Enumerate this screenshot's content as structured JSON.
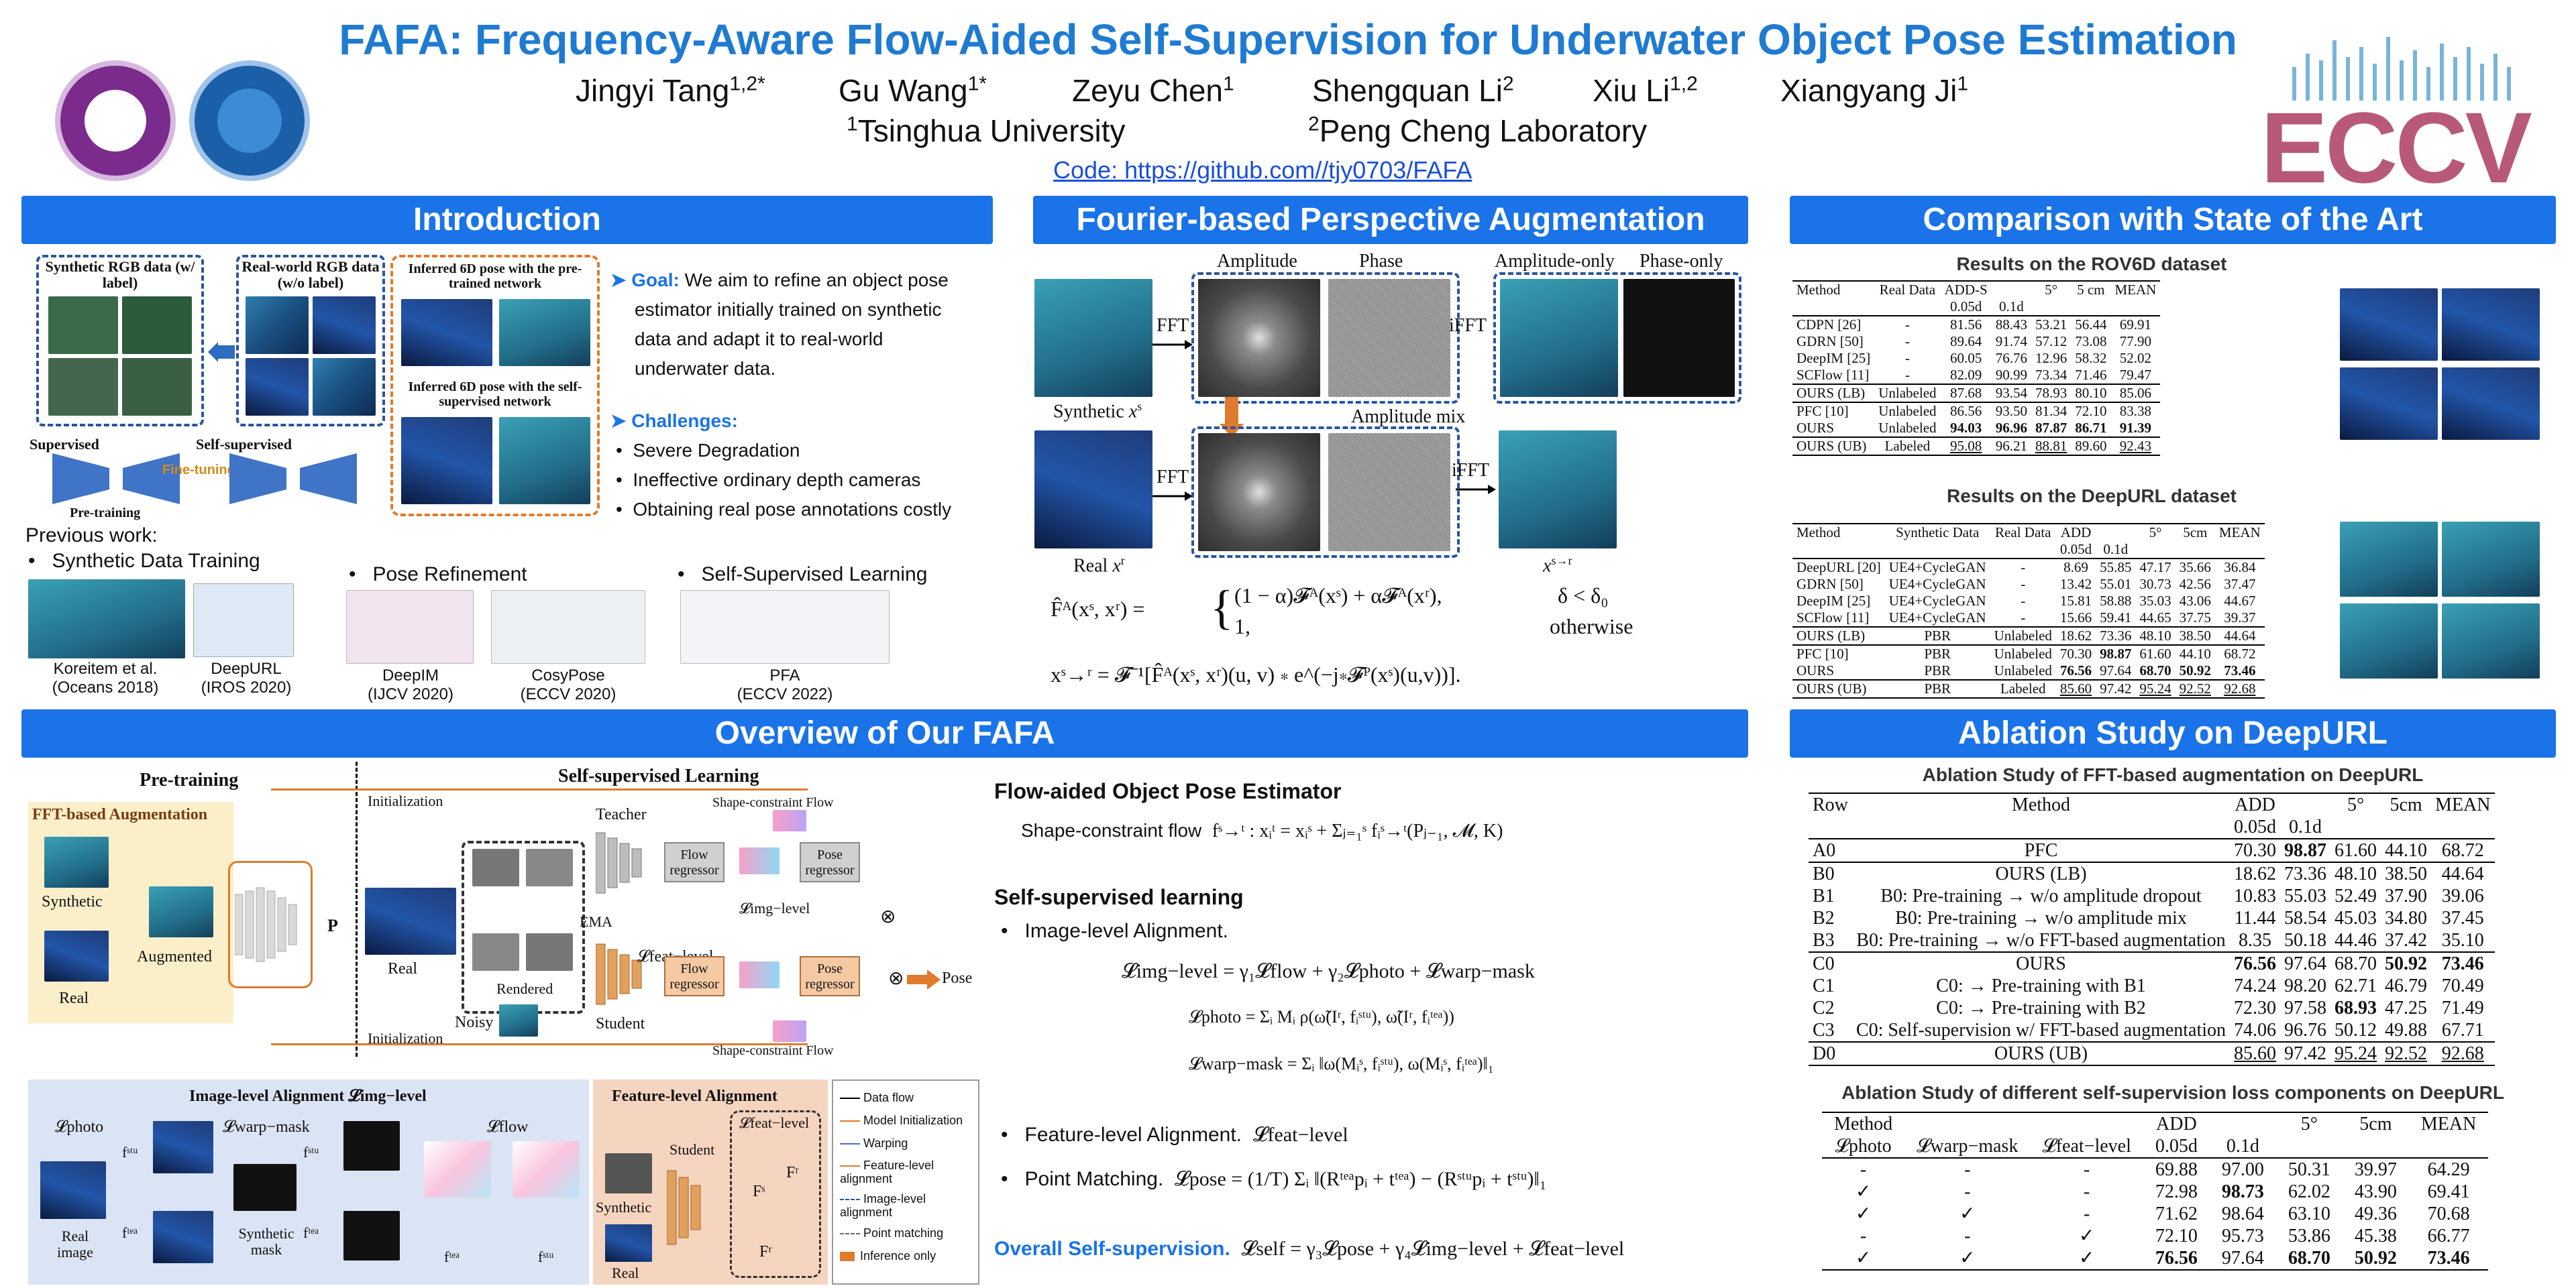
{
  "header": {
    "title": "FAFA: Frequency-Aware Flow-Aided Self-Supervision for Underwater Object Pose Estimation",
    "authors": [
      {
        "name": "Jingyi Tang",
        "sup": "1,2*"
      },
      {
        "name": "Gu Wang",
        "sup": "1*"
      },
      {
        "name": "Zeyu Chen",
        "sup": "1"
      },
      {
        "name": "Shengquan Li",
        "sup": "2"
      },
      {
        "name": "Xiu Li",
        "sup": "1,2"
      },
      {
        "name": "Xiangyang Ji",
        "sup": "1"
      }
    ],
    "affiliations": [
      {
        "sup": "1",
        "name": "Tsinghua University"
      },
      {
        "sup": "2",
        "name": "Peng Cheng Laboratory"
      }
    ],
    "code_link": "Code: https://github.com//tjy0703/FAFA",
    "conference_logo": "ECCV"
  },
  "sections": {
    "introduction": "Introduction",
    "fpa": "Fourier-based Perspective Augmentation",
    "sota": "Comparison with State of the Art",
    "overview": "Overview of Our FAFA",
    "ablation": "Ablation Study on DeepURL"
  },
  "intro": {
    "synthetic_label": "Synthetic RGB data (w/ label)",
    "real_label": "Real-world RGB data (w/o label)",
    "supervised": "Supervised",
    "self_supervised": "Self-supervised",
    "fine_tuning": "Fine-tuning",
    "pre_training": "Pre-training",
    "inferred_pretrained": "Inferred 6D pose with the pre-trained network",
    "inferred_selfsup": "Inferred 6D pose with the self-supervised network",
    "goal_label": "Goal:",
    "goal_lines": [
      "We aim to refine an object pose",
      "estimator initially trained on synthetic",
      "data and adapt it to real-world",
      "underwater data."
    ],
    "challenges_label": "Challenges:",
    "challenges": [
      "Severe Degradation",
      "Ineffective ordinary depth cameras",
      "Obtaining real pose annotations costly"
    ],
    "previous_work": "Previous work:",
    "categories": [
      "Synthetic Data Training",
      "Pose Refinement",
      "Self-Supervised Learning"
    ],
    "refs": [
      {
        "name": "Koreitem et al.",
        "venue": "(Oceans 2018)"
      },
      {
        "name": "DeepURL",
        "venue": "(IROS 2020)"
      },
      {
        "name": "DeepIM",
        "venue": "(IJCV 2020)"
      },
      {
        "name": "CosyPose",
        "venue": "(ECCV 2020)"
      },
      {
        "name": "PFA",
        "venue": "(ECCV 2022)"
      }
    ]
  },
  "fpa": {
    "amplitude": "Amplitude",
    "phase": "Phase",
    "amplitude_only": "Amplitude-only",
    "phase_only": "Phase-only",
    "fft": "FFT",
    "ifft": "iFFT",
    "amplitude_mix": "Amplitude mix",
    "synthetic": "Synthetic",
    "synthetic_sym": "x",
    "synthetic_sup": "s",
    "real": "Real",
    "real_sym": "x",
    "real_sup": "r",
    "out_sym": "x",
    "out_sup": "s→r",
    "eq1_lhs": "F̂ᴬ(xˢ, xʳ) = ",
    "eq1_case1": "(1 − α)𝓕ᴬ(xˢ) + α𝓕ᴬ(xʳ),",
    "eq1_cond1": "δ < δ₀",
    "eq1_case2": "1,",
    "eq1_cond2": "otherwise",
    "eq2": "xˢ→ʳ = 𝓕⁻¹[F̂ᴬ(xˢ, xʳ)(u, v) ∗ e^(−j∗𝓕ᴾ(xˢ)(u,v))]."
  },
  "sota": {
    "rov6d_caption": "Results on the ROV6D dataset",
    "rov6d_header_top": [
      "Method",
      "Real Data",
      "ADD-S",
      "",
      "5°",
      "5 cm",
      "MEAN"
    ],
    "rov6d_header_sub": [
      "",
      "",
      "0.05d",
      "0.1d",
      "",
      "",
      ""
    ],
    "rov6d_rows": [
      [
        "CDPN [26]",
        "-",
        "81.56",
        "88.43",
        "53.21",
        "56.44",
        "69.91"
      ],
      [
        "GDRN [50]",
        "-",
        "89.64",
        "91.74",
        "57.12",
        "73.08",
        "77.90"
      ],
      [
        "DeepIM [25]",
        "-",
        "60.05",
        "76.76",
        "12.96",
        "58.32",
        "52.02"
      ],
      [
        "SCFlow [11]",
        "-",
        "82.09",
        "90.99",
        "73.34",
        "71.46",
        "79.47"
      ],
      [
        "OURS (LB)",
        "Unlabeled",
        "87.68",
        "93.54",
        "78.93",
        "80.10",
        "85.06"
      ],
      [
        "PFC [10]",
        "Unlabeled",
        "86.56",
        "93.50",
        "81.34",
        "72.10",
        "83.38"
      ],
      [
        "OURS",
        "Unlabeled",
        "94.03",
        "96.96",
        "87.87",
        "86.71",
        "91.39"
      ],
      [
        "OURS (UB)",
        "Labeled",
        "95.08",
        "96.21",
        "88.81",
        "89.60",
        "92.43"
      ]
    ],
    "deepurl_caption": "Results on the DeepURL dataset",
    "deepurl_header_top": [
      "Method",
      "Synthetic Data",
      "Real Data",
      "ADD",
      "",
      "5°",
      "5cm",
      "MEAN"
    ],
    "deepurl_header_sub": [
      "",
      "",
      "",
      "0.05d",
      "0.1d",
      "",
      "",
      ""
    ],
    "deepurl_rows": [
      [
        "DeepURL [20]",
        "UE4+CycleGAN",
        "-",
        "8.69",
        "55.85",
        "47.17",
        "35.66",
        "36.84"
      ],
      [
        "GDRN [50]",
        "UE4+CycleGAN",
        "-",
        "13.42",
        "55.01",
        "30.73",
        "42.56",
        "37.47"
      ],
      [
        "DeepIM [25]",
        "UE4+CycleGAN",
        "-",
        "15.81",
        "58.88",
        "35.03",
        "43.06",
        "44.67"
      ],
      [
        "SCFlow [11]",
        "UE4+CycleGAN",
        "-",
        "15.66",
        "59.41",
        "44.65",
        "37.75",
        "39.37"
      ],
      [
        "OURS (LB)",
        "PBR",
        "Unlabeled",
        "18.62",
        "73.36",
        "48.10",
        "38.50",
        "44.64"
      ],
      [
        "PFC [10]",
        "PBR",
        "Unlabeled",
        "70.30",
        "98.87",
        "61.60",
        "44.10",
        "68.72"
      ],
      [
        "OURS",
        "PBR",
        "Unlabeled",
        "76.56",
        "97.64",
        "68.70",
        "50.92",
        "73.46"
      ],
      [
        "OURS (UB)",
        "PBR",
        "Labeled",
        "85.60",
        "97.42",
        "95.24",
        "92.52",
        "92.68"
      ]
    ]
  },
  "overview": {
    "pre_training": "Pre-training",
    "fft_aug": "FFT-based Augmentation",
    "synthetic": "Synthetic",
    "real": "Real",
    "augmented": "Augmented",
    "p": "P",
    "initialization": "Initialization",
    "self_sup": "Self-supervised Learning",
    "teacher": "Teacher",
    "student": "Student",
    "ema": "EMA",
    "rendered": "Rendered",
    "noisy": "Noisy",
    "flow_regressor": "Flow regressor",
    "pose_regressor": "Pose regressor",
    "shape_flow": "Shape-constraint Flow",
    "pose": "Pose",
    "l_img": "𝓛img−level",
    "l_feat": "𝓛feat−level",
    "flow_title": "Flow-aided Object Pose Estimator",
    "shape_flow_label": "Shape-constraint flow",
    "shape_flow_eq": "fˢ→ᵗ :  xᵢᵗ = xᵢˢ + Σⱼ₌₁ˢ fᵢˢ→ᵗ(Pⱼ₋₁, 𝓜, K)",
    "ssl_title": "Self-supervised learning",
    "img_align": "Image-level Alignment.",
    "eq_img": "𝓛img−level = γ₁𝓛flow + γ₂𝓛photo + 𝓛warp−mask",
    "eq_photo": "𝓛photo = Σᵢ Mᵢ ρ(ω̃(Iʳ, fᵢˢᵗᵘ), ω̃(Iʳ, fᵢᵗᵉᵃ))",
    "eq_warp": "𝓛warp−mask = Σᵢ ‖ω(Mᵢˢ, fᵢˢᵗᵘ), ω(Mᵢˢ, fᵢᵗᵉᵃ)‖₁",
    "feat_align": "Feature-level Alignment.",
    "feat_sym": "𝓛feat−level",
    "point_match": "Point Matching.",
    "eq_pose": "𝓛pose = (1/T) Σᵢ ‖(Rᵗᵉᵃpᵢ + tᵗᵉᵃ) − (Rˢᵗᵘpᵢ + tˢᵗᵘ)‖₁",
    "overall": "Overall Self-supervision.",
    "eq_overall": "𝓛self = γ₃𝓛pose + γ₄𝓛img−level + 𝓛feat−level",
    "img_level_box": "Image-level Alignment  𝓛img−level",
    "feat_level_box": "Feature-level Alignment",
    "l_photo": "𝓛photo",
    "l_warp": "𝓛warp−mask",
    "l_flow": "𝓛flow",
    "real_image": "Real image",
    "synthetic_mask": "Synthetic mask",
    "f_stu": "fˢᵗᵘ",
    "f_tea": "fᵗᵉᵃ",
    "f_s": "Fˢ",
    "f_r": "Fʳ",
    "legend": [
      "Data flow",
      "Model Initialization",
      "Warping",
      "Feature-level alignment",
      "Image-level alignment",
      "Point matching",
      "Inference only"
    ]
  },
  "ablation": {
    "fft_caption": "Ablation Study of FFT-based augmentation on DeepURL",
    "fft_header_top": [
      "Row",
      "Method",
      "ADD",
      "",
      "5°",
      "5cm",
      "MEAN"
    ],
    "fft_header_sub": [
      "",
      "",
      "0.05d",
      "0.1d",
      "",
      "",
      ""
    ],
    "fft_rows": [
      [
        "A0",
        "PFC",
        "70.30",
        "98.87",
        "61.60",
        "44.10",
        "68.72"
      ],
      [
        "B0",
        "OURS (LB)",
        "18.62",
        "73.36",
        "48.10",
        "38.50",
        "44.64"
      ],
      [
        "B1",
        "B0: Pre-training → w/o amplitude dropout",
        "10.83",
        "55.03",
        "52.49",
        "37.90",
        "39.06"
      ],
      [
        "B2",
        "B0: Pre-training → w/o amplitude mix",
        "11.44",
        "58.54",
        "45.03",
        "34.80",
        "37.45"
      ],
      [
        "B3",
        "B0: Pre-training → w/o FFT-based augmentation",
        "8.35",
        "50.18",
        "44.46",
        "37.42",
        "35.10"
      ],
      [
        "C0",
        "OURS",
        "76.56",
        "97.64",
        "68.70",
        "50.92",
        "73.46"
      ],
      [
        "C1",
        "C0: → Pre-training with B1",
        "74.24",
        "98.20",
        "62.71",
        "46.79",
        "70.49"
      ],
      [
        "C2",
        "C0: → Pre-training with B2",
        "72.30",
        "97.58",
        "68.93",
        "47.25",
        "71.49"
      ],
      [
        "C3",
        "C0: Self-supervision w/ FFT-based augmentation",
        "74.06",
        "96.76",
        "50.12",
        "49.88",
        "67.71"
      ],
      [
        "D0",
        "OURS (UB)",
        "85.60",
        "97.42",
        "95.24",
        "92.52",
        "92.68"
      ]
    ],
    "loss_caption": "Ablation Study of different self-supervision loss components on DeepURL",
    "loss_header_top": [
      "Method",
      "",
      "",
      "ADD",
      "",
      "5°",
      "5cm",
      "MEAN"
    ],
    "loss_header_sub": [
      "𝓛photo",
      "𝓛warp−mask",
      "𝓛feat−level",
      "0.05d",
      "0.1d",
      "",
      "",
      ""
    ],
    "loss_rows": [
      [
        "-",
        "-",
        "-",
        "69.88",
        "97.00",
        "50.31",
        "39.97",
        "64.29"
      ],
      [
        "✓",
        "-",
        "-",
        "72.98",
        "98.73",
        "62.02",
        "43.90",
        "69.41"
      ],
      [
        "✓",
        "✓",
        "-",
        "71.62",
        "98.64",
        "63.10",
        "49.36",
        "70.68"
      ],
      [
        "-",
        "-",
        "✓",
        "72.10",
        "95.73",
        "53.86",
        "45.38",
        "66.77"
      ],
      [
        "✓",
        "✓",
        "✓",
        "76.56",
        "97.64",
        "68.70",
        "50.92",
        "73.46"
      ]
    ]
  },
  "colors": {
    "title_blue": "#1f7bd1",
    "header_bar": "#1a73e8",
    "orange": "#e07a2c",
    "dark_blue_box": "#2a55a0"
  }
}
